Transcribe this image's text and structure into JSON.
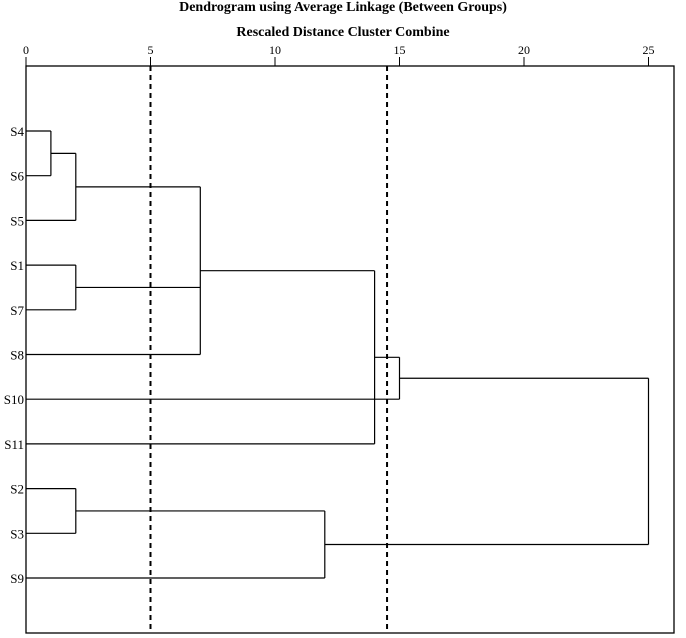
{
  "chart_data": {
    "type": "dendrogram",
    "title": "Dendrogram using Average Linkage (Between Groups)",
    "subtitle": "Rescaled Distance Cluster Combine",
    "x_ticks": [
      0,
      5,
      10,
      15,
      20,
      25
    ],
    "xlim": [
      0,
      25
    ],
    "leaves": [
      "S4",
      "S6",
      "S5",
      "S1",
      "S7",
      "S8",
      "S10",
      "S11",
      "S2",
      "S3",
      "S9"
    ],
    "merges": [
      {
        "id": "c1",
        "children": [
          "S4",
          "S6"
        ],
        "height": 1
      },
      {
        "id": "c2",
        "children": [
          "c1",
          "S5"
        ],
        "height": 2
      },
      {
        "id": "c3",
        "children": [
          "S1",
          "S7"
        ],
        "height": 2
      },
      {
        "id": "c4",
        "children": [
          "S2",
          "S3"
        ],
        "height": 2
      },
      {
        "id": "c5",
        "children": [
          "c2",
          "c3",
          "S8"
        ],
        "height": 7
      },
      {
        "id": "c6",
        "children": [
          "S9",
          "c4"
        ],
        "height": 12
      },
      {
        "id": "c7",
        "children": [
          "c5",
          "S11"
        ],
        "height": 14
      },
      {
        "id": "c8",
        "children": [
          "c7",
          "S10"
        ],
        "height": 15
      },
      {
        "id": "c9",
        "children": [
          "c8",
          "c6"
        ],
        "height": 25
      }
    ],
    "cutoff_lines": [
      5,
      14.5
    ],
    "grid": false
  }
}
